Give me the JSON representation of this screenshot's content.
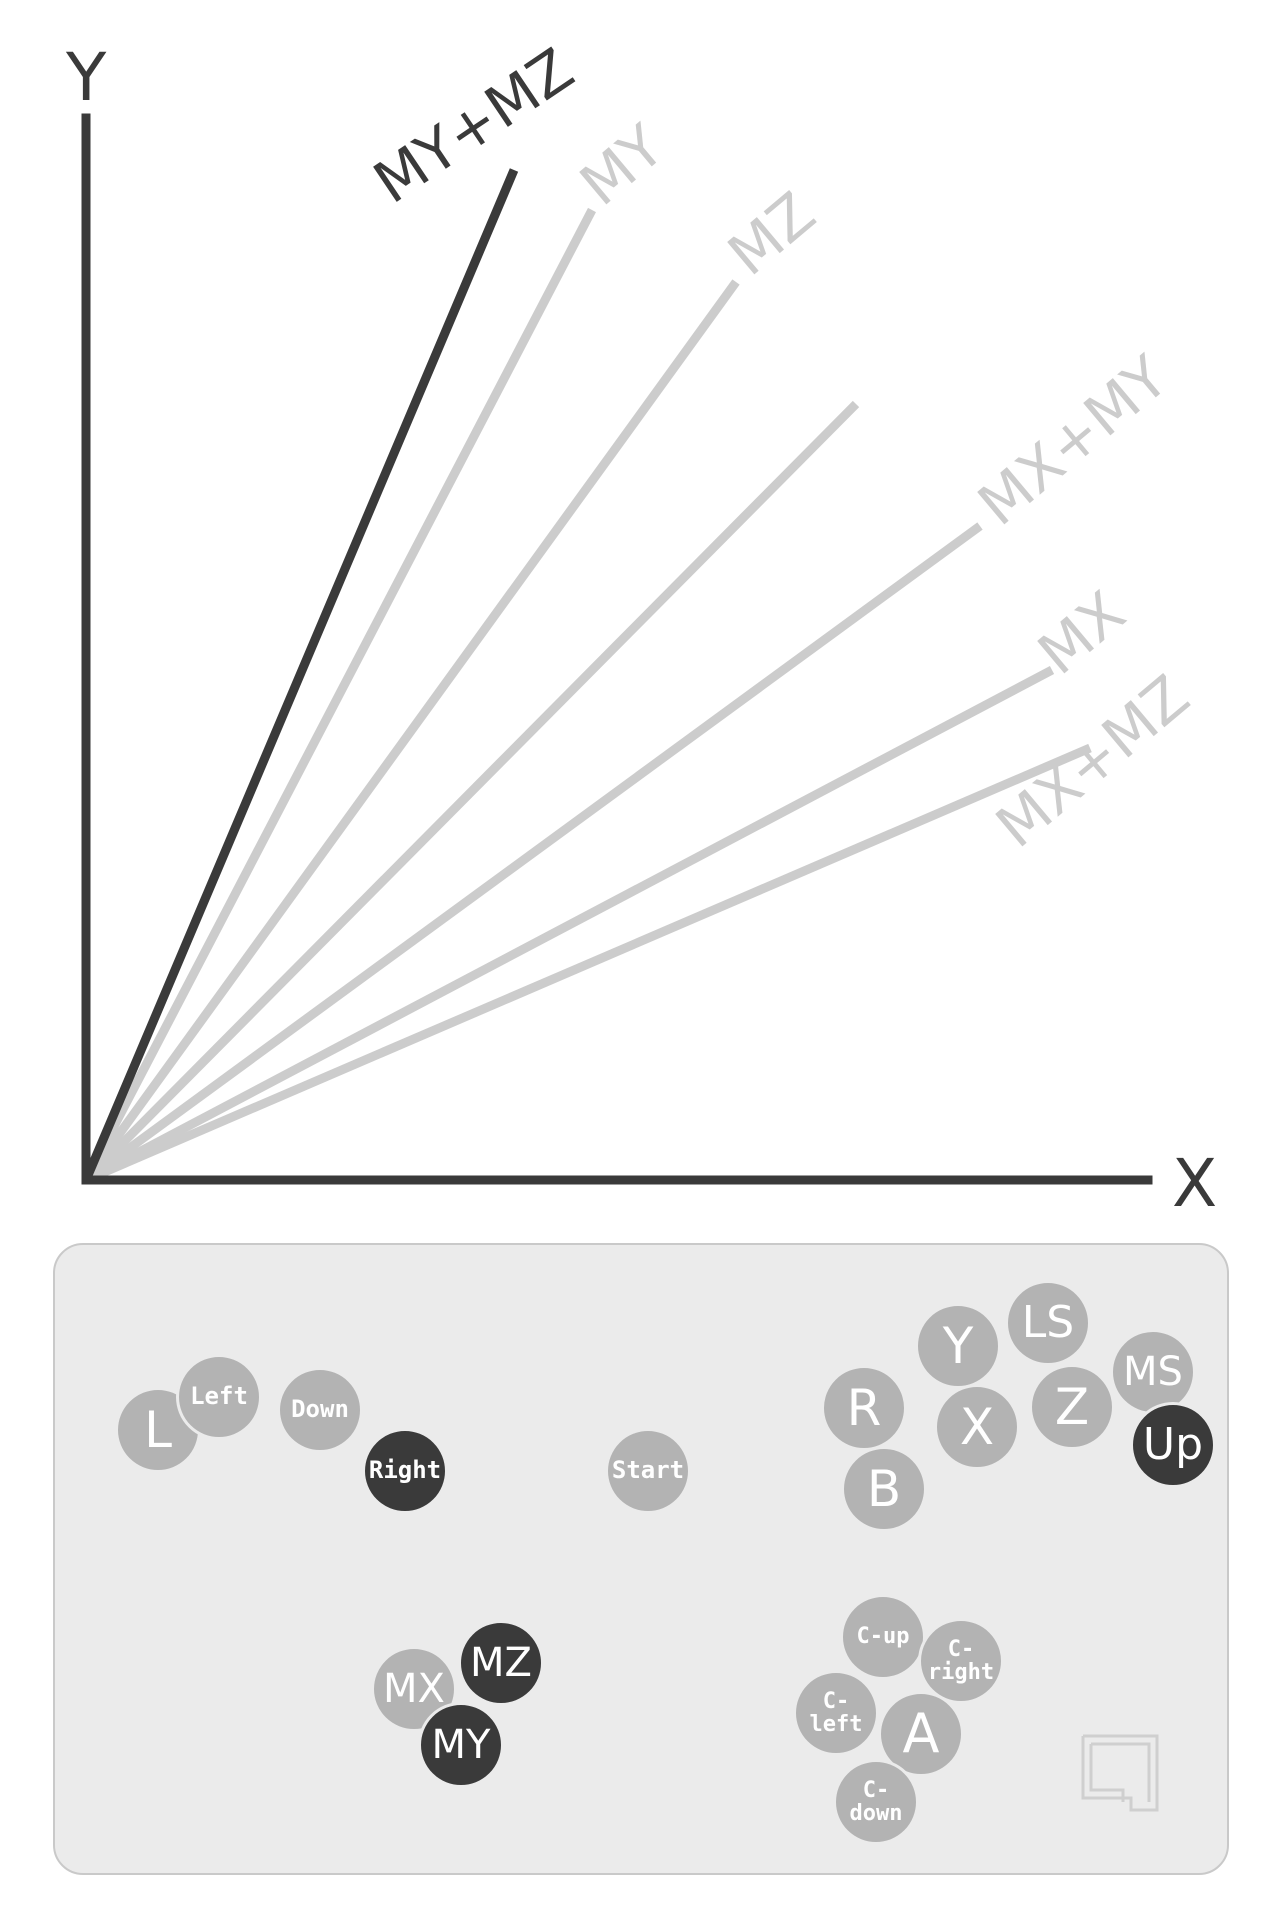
{
  "axes": {
    "x_label": "X",
    "y_label": "Y"
  },
  "rays": [
    {
      "id": "my-mz",
      "label": "MY+MZ",
      "active": true
    },
    {
      "id": "my",
      "label": "MY",
      "active": false
    },
    {
      "id": "mz",
      "label": "MZ",
      "active": false
    },
    {
      "id": "unlabeled",
      "label": "",
      "active": false
    },
    {
      "id": "mx-my",
      "label": "MX+MY",
      "active": false
    },
    {
      "id": "mx",
      "label": "MX",
      "active": false
    },
    {
      "id": "mx-mz",
      "label": "MX+MZ",
      "active": false
    }
  ],
  "colors": {
    "active": "#3a3a3a",
    "inactive": "#cccccc",
    "panel": "#ebebeb",
    "button": "#b3b3b3"
  },
  "controller": {
    "buttons": [
      {
        "id": "l",
        "label": "L",
        "active": false
      },
      {
        "id": "left",
        "label": "Left",
        "active": false
      },
      {
        "id": "down",
        "label": "Down",
        "active": false
      },
      {
        "id": "right",
        "label": "Right",
        "active": true
      },
      {
        "id": "start",
        "label": "Start",
        "active": false
      },
      {
        "id": "r",
        "label": "R",
        "active": false
      },
      {
        "id": "b",
        "label": "B",
        "active": false
      },
      {
        "id": "y",
        "label": "Y",
        "active": false
      },
      {
        "id": "x",
        "label": "X",
        "active": false
      },
      {
        "id": "ls",
        "label": "LS",
        "active": false
      },
      {
        "id": "z",
        "label": "Z",
        "active": false
      },
      {
        "id": "ms",
        "label": "MS",
        "active": false
      },
      {
        "id": "up",
        "label": "Up",
        "active": true
      },
      {
        "id": "mx",
        "label": "MX",
        "active": false
      },
      {
        "id": "mz",
        "label": "MZ",
        "active": true
      },
      {
        "id": "my",
        "label": "MY",
        "active": true
      },
      {
        "id": "c-up",
        "label": "C-up",
        "active": false
      },
      {
        "id": "c-right",
        "label": "C-\nright",
        "active": false
      },
      {
        "id": "c-left",
        "label": "C-\nleft",
        "active": false
      },
      {
        "id": "a",
        "label": "A",
        "active": false
      },
      {
        "id": "c-down",
        "label": "C-\ndown",
        "active": false
      }
    ],
    "logo_icon": "box-logo-icon"
  }
}
